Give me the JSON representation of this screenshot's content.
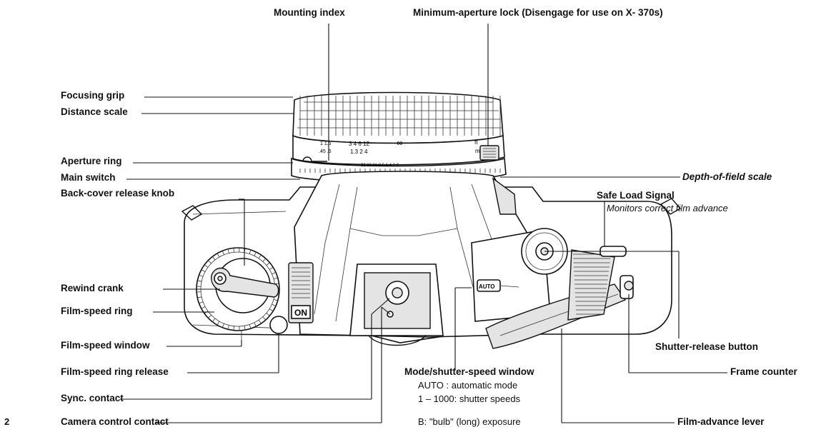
{
  "page_number": "2",
  "labels": {
    "mounting_index": "Mounting index",
    "min_aperture_lock": "Minimum-aperture lock (Disengage for use on X- 370s)",
    "focusing_grip": "Focusing grip",
    "distance_scale": "Distance scale",
    "aperture_ring": "Aperture ring",
    "main_switch": "Main switch",
    "back_cover_release": "Back-cover release knob",
    "rewind_crank": "Rewind crank",
    "film_speed_ring": "Film-speed ring",
    "film_speed_window": "Film-speed window",
    "film_speed_ring_release": "Film-speed ring release",
    "sync_contact": "Sync. contact",
    "camera_control_contact": "Camera control contact",
    "depth_of_field_scale": "Depth-of-field scale",
    "safe_load_signal": "Safe Load Signal",
    "safe_load_desc": "Monitors correct film advance",
    "shutter_release": "Shutter-release button",
    "frame_counter": "Frame counter",
    "film_advance_lever": "Film-advance lever",
    "mode_window": "Mode/shutter-speed window",
    "mode_auto": "AUTO : automatic mode",
    "mode_speeds": "1 – 1000: shutter speeds",
    "mode_bulb": "B: \"bulb\" (long) exposure"
  },
  "camera_marks": {
    "switch_on": "ON",
    "window_auto": "AUTO",
    "ft": "ft",
    "m": "m",
    "inf": "∞"
  }
}
